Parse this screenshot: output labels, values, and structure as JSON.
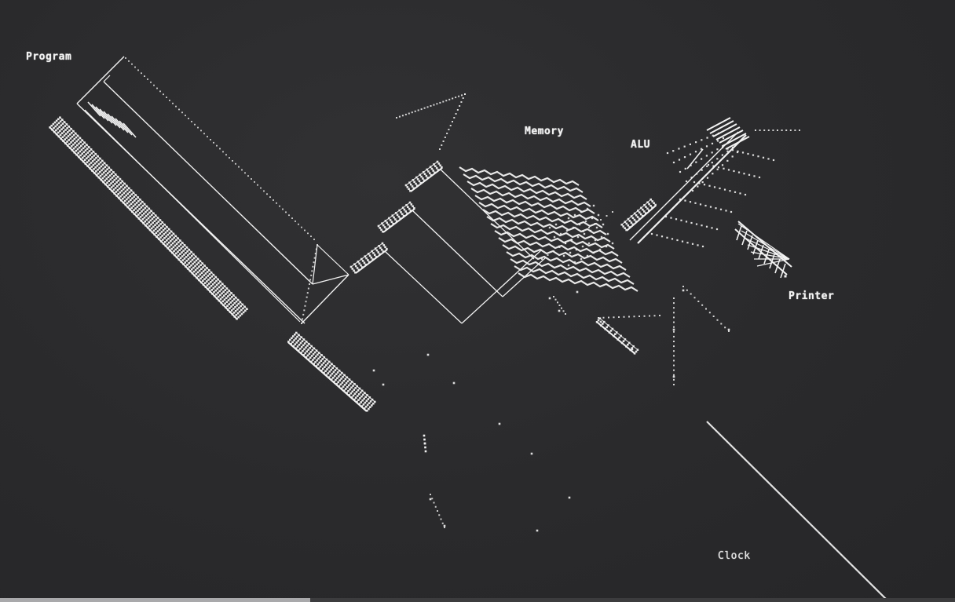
{
  "labels": {
    "program": "Program",
    "memory": "Memory",
    "alu": "ALU",
    "printer": "Printer",
    "clock": "Clock"
  },
  "playback": {
    "progress": 0.325
  },
  "colors": {
    "background": "#2a2a2c",
    "foreground": "#f2f2f2",
    "progress_track": "#3c3c3e",
    "progress_fill": "#a9a9ab"
  }
}
